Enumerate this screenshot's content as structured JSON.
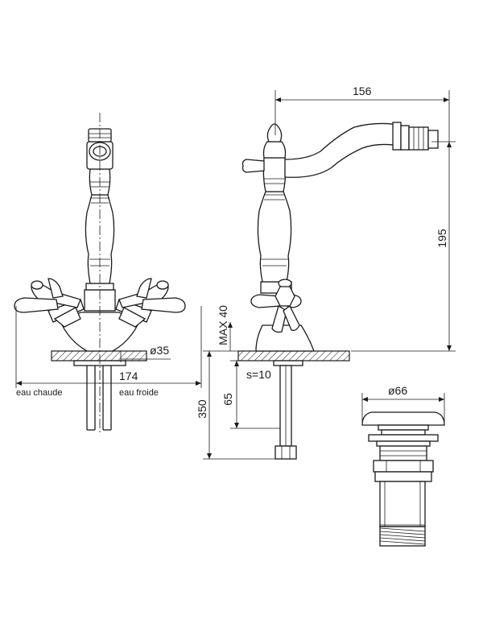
{
  "labels": {
    "width_side": "156",
    "height_spout": "195",
    "max_thickness": "MAX 40",
    "diameter_hole": "ø35",
    "width_front": "174",
    "hot_water": "eau chaude",
    "cold_water": "eau froide",
    "sheet_thickness": "s=10",
    "shank_length": "65",
    "total_length": "350",
    "drain_diameter": "ø66"
  },
  "colors": {
    "line": "#1a1a1a",
    "background": "#ffffff"
  }
}
